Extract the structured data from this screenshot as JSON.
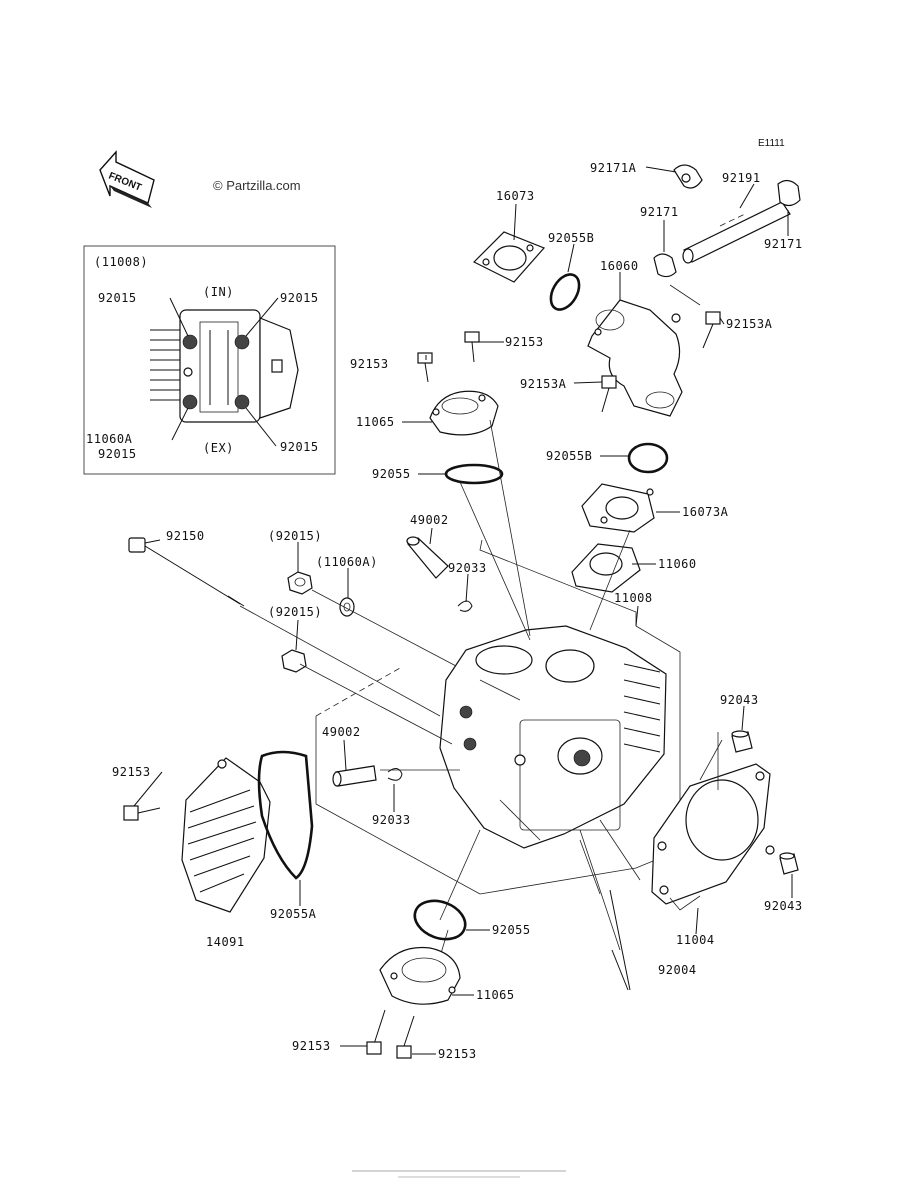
{
  "header": {
    "code": "E1111",
    "watermark": "© Partzilla.com",
    "front_label": "FRONT"
  },
  "inset": {
    "ref": "(11008)",
    "in_label": "(IN)",
    "ex_label": "(EX)",
    "labels": [
      "92015",
      "92015",
      "11060A",
      "92015",
      "92015"
    ]
  },
  "parts": [
    {
      "key": "p92171A",
      "text": "92171A"
    },
    {
      "key": "p92191",
      "text": "92191"
    },
    {
      "key": "p92171_a",
      "text": "92171"
    },
    {
      "key": "p92171_b",
      "text": "92171"
    },
    {
      "key": "p16073",
      "text": "16073"
    },
    {
      "key": "p92055B_a",
      "text": "92055B"
    },
    {
      "key": "p16060",
      "text": "16060"
    },
    {
      "key": "p92153A_a",
      "text": "92153A"
    },
    {
      "key": "p92153_a",
      "text": "92153"
    },
    {
      "key": "p92153_b",
      "text": "92153"
    },
    {
      "key": "p92153A_b",
      "text": "92153A"
    },
    {
      "key": "p11065_a",
      "text": "11065"
    },
    {
      "key": "p92055B_b",
      "text": "92055B"
    },
    {
      "key": "p92055_a",
      "text": "92055"
    },
    {
      "key": "p16073A",
      "text": "16073A"
    },
    {
      "key": "p49002_a",
      "text": "49002"
    },
    {
      "key": "p92150",
      "text": "92150"
    },
    {
      "key": "p92015_a",
      "text": "(92015)"
    },
    {
      "key": "p11060A",
      "text": "(11060A)"
    },
    {
      "key": "p92033_a",
      "text": "92033"
    },
    {
      "key": "p11060",
      "text": "11060"
    },
    {
      "key": "p11008",
      "text": "11008"
    },
    {
      "key": "p92015_b",
      "text": "(92015)"
    },
    {
      "key": "p49002_b",
      "text": "49002"
    },
    {
      "key": "p92043_a",
      "text": "92043"
    },
    {
      "key": "p92153_c",
      "text": "92153"
    },
    {
      "key": "p92033_b",
      "text": "92033"
    },
    {
      "key": "p92055A",
      "text": "92055A"
    },
    {
      "key": "p92043_b",
      "text": "92043"
    },
    {
      "key": "p92055_b",
      "text": "92055"
    },
    {
      "key": "p11004",
      "text": "11004"
    },
    {
      "key": "p14091",
      "text": "14091"
    },
    {
      "key": "p92004",
      "text": "92004"
    },
    {
      "key": "p11065_b",
      "text": "11065"
    },
    {
      "key": "p92153_d",
      "text": "92153"
    },
    {
      "key": "p92153_e",
      "text": "92153"
    }
  ]
}
